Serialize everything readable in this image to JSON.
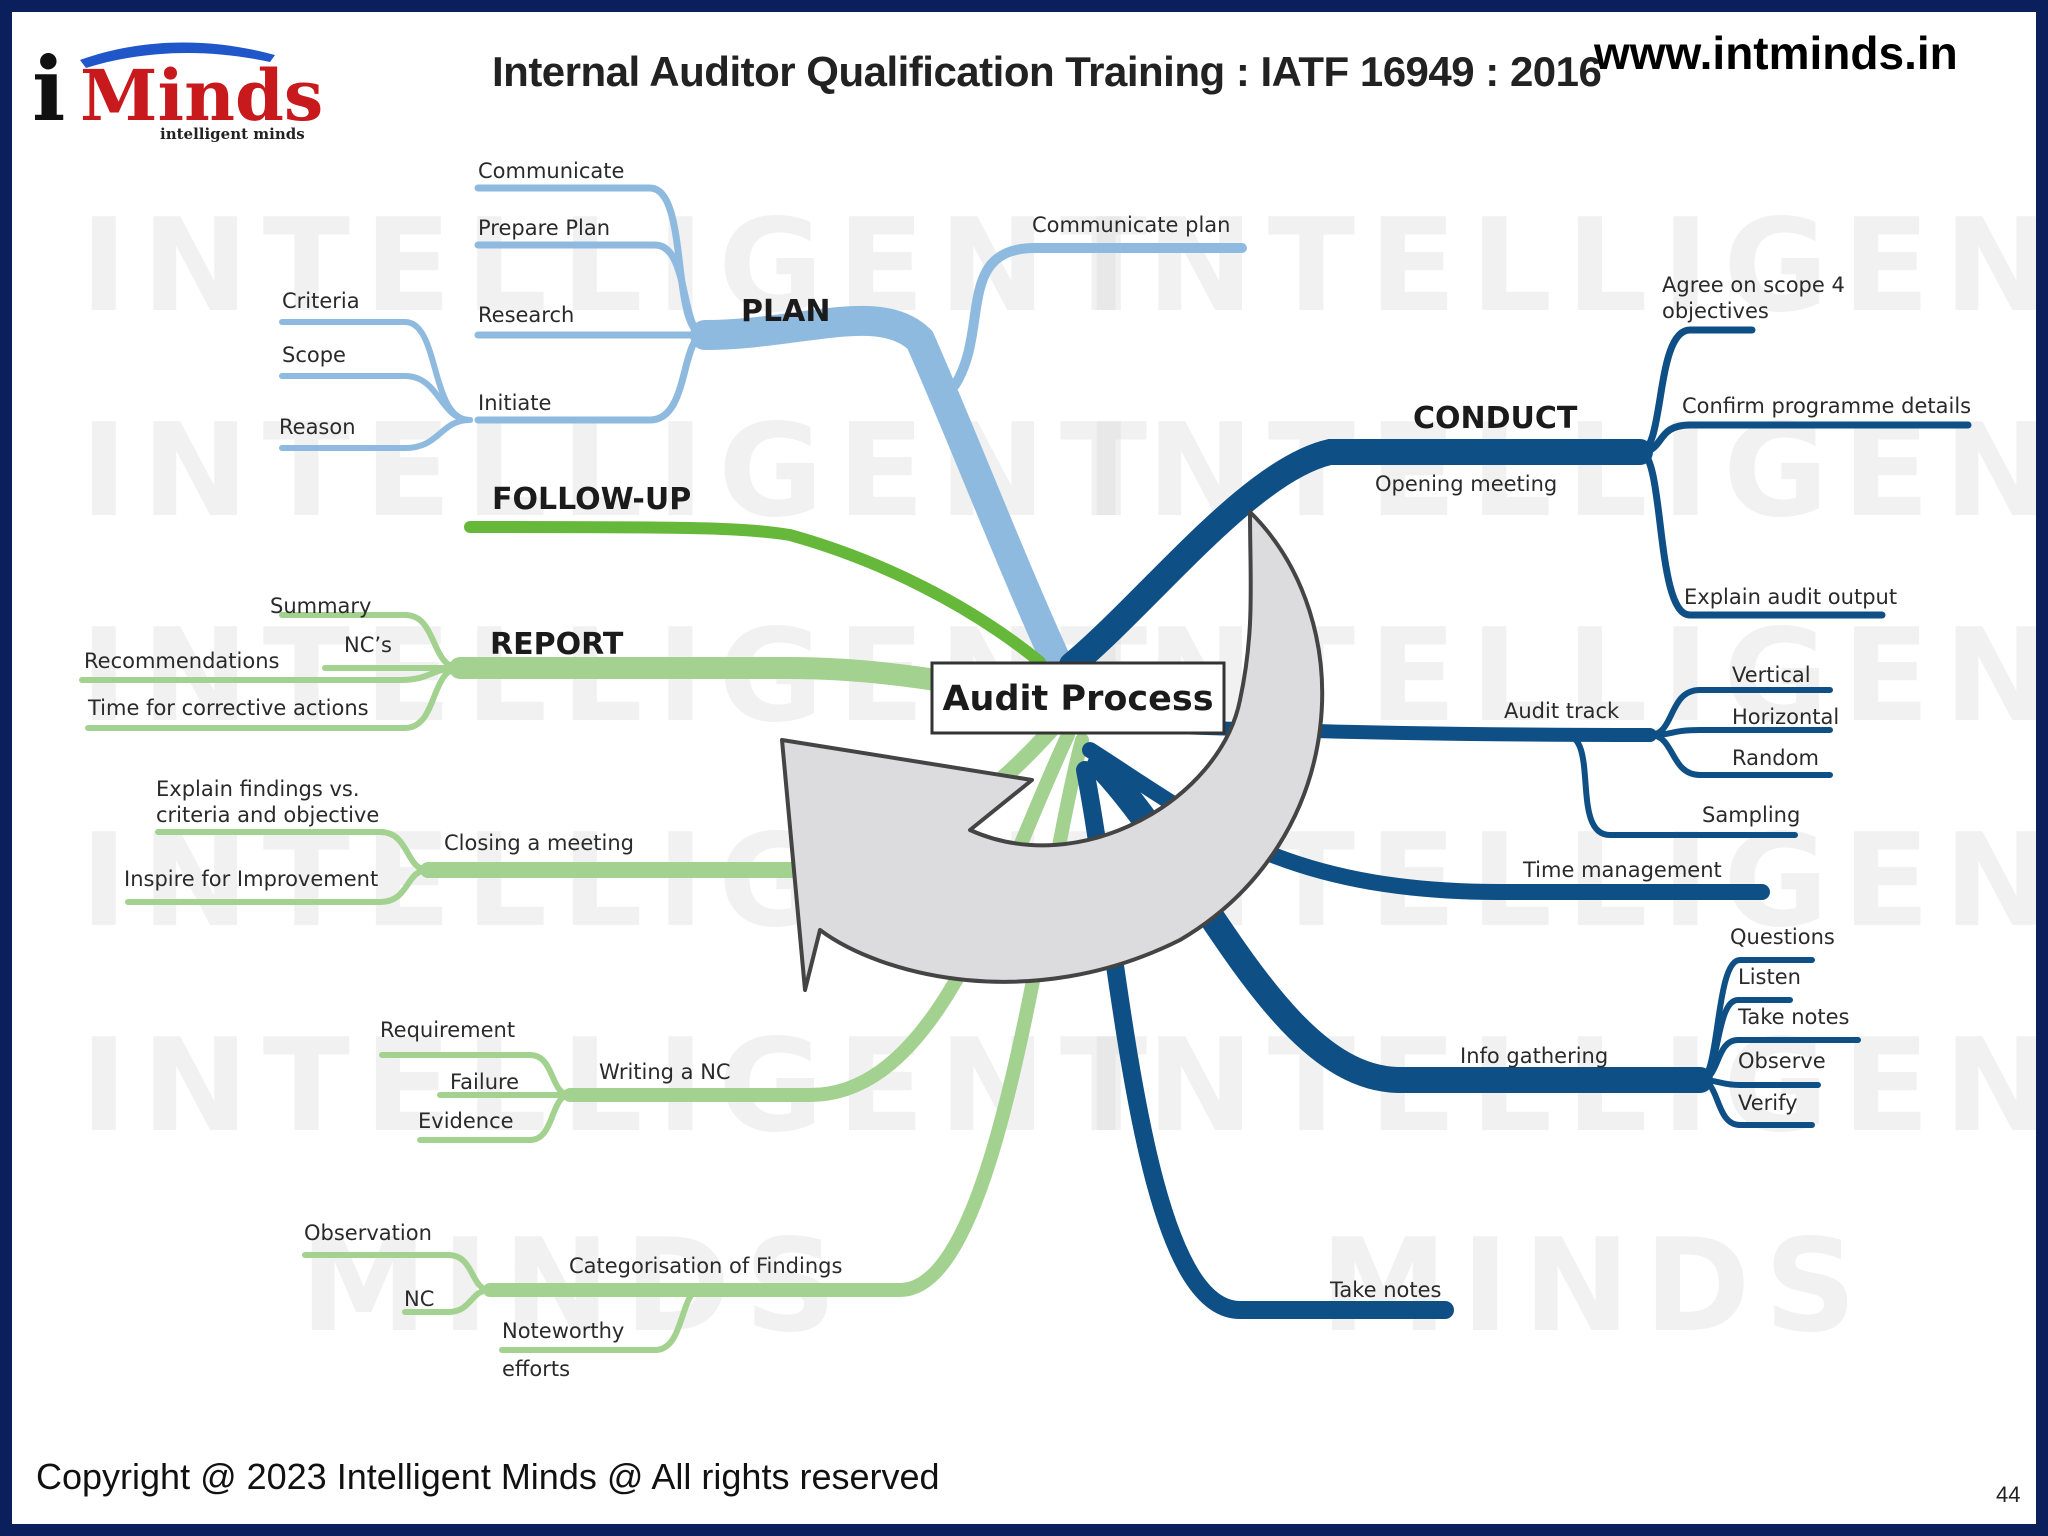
{
  "header": {
    "logo_letter": "i",
    "logo_brand": "Minds",
    "logo_tagline": "intelligent minds",
    "title": "Internal Auditor Qualification Training : IATF 16949 : 2016",
    "website": "www.intminds.in"
  },
  "footer": {
    "copyright": "Copyright @ 2023 Intelligent Minds @ All rights reserved",
    "page_number": "44"
  },
  "watermark": [
    "INTELLIGENT",
    "MINDS"
  ],
  "mindmap": {
    "center": "Audit Process",
    "colors": {
      "plan": "#8fbadf",
      "conduct": "#0e4f86",
      "report": "#a3d18f",
      "follow_up": "#66b83a",
      "arrow_fill": "#dcdcde",
      "arrow_stroke": "#444444"
    },
    "plan": {
      "heading": "PLAN",
      "communicate": "Communicate",
      "prepare_plan": "Prepare Plan",
      "research": "Research",
      "initiate": "Initiate",
      "criteria": "Criteria",
      "scope": "Scope",
      "reason": "Reason",
      "communicate_plan": "Communicate plan"
    },
    "follow_up": {
      "heading": "FOLLOW-UP"
    },
    "report": {
      "heading": "REPORT",
      "summary": "Summary",
      "ncs": "NC’s",
      "recommendations": "Recommendations",
      "time_for_corrective": "Time for corrective actions",
      "closing_meeting": "Closing a meeting",
      "explain_findings_1": "Explain findings vs.",
      "explain_findings_2": "criteria  and objective",
      "inspire": "Inspire for Improvement",
      "writing_nc": "Writing a NC",
      "requirement": "Requirement",
      "failure": "Failure",
      "evidence": "Evidence",
      "categorisation": "Categorisation of Findings",
      "observation": "Observation",
      "nc": "NC",
      "noteworthy_1": "Noteworthy",
      "noteworthy_2": "efforts"
    },
    "conduct": {
      "heading": "CONDUCT",
      "opening_meeting": "Opening meeting",
      "agree_scope_1": "Agree on scope 4",
      "agree_scope_2": "objectives",
      "confirm_programme": "Confirm programme details",
      "explain_output": "Explain audit output",
      "audit_track": "Audit track",
      "vertical": "Vertical",
      "horizontal": "Horizontal",
      "random": "Random",
      "sampling": "Sampling",
      "time_management": "Time management",
      "info_gathering": "Info gathering",
      "questions": "Questions",
      "listen": "Listen",
      "take_notes_sub": "Take notes",
      "observe": "Observe",
      "verify": "Verify",
      "take_notes": "Take notes"
    }
  }
}
